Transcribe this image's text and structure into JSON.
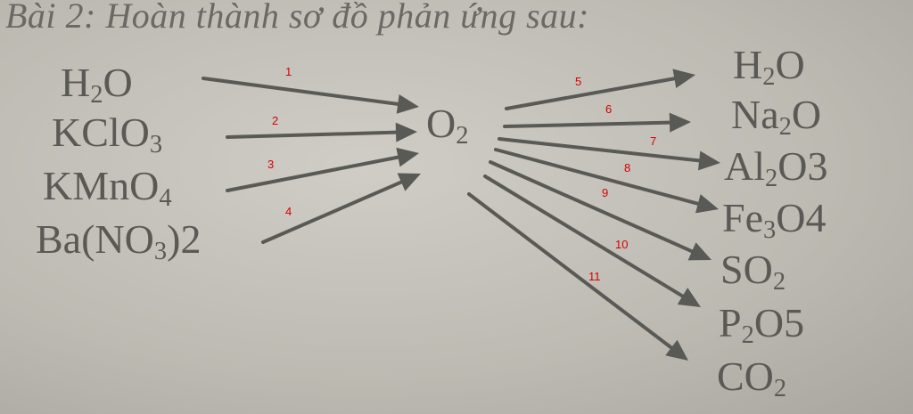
{
  "title": "Bài 2: Hoàn thành sơ đồ phản ứng sau:",
  "reactants": [
    {
      "base": "H",
      "sub": "2",
      "tail": "O"
    },
    {
      "base": "KClO",
      "sub": "3",
      "tail": ""
    },
    {
      "base": "KMnO",
      "sub": "4",
      "tail": ""
    },
    {
      "base": "Ba(NO",
      "sub": "3",
      "tail": ")2"
    }
  ],
  "center": {
    "base": "O",
    "sub": "2",
    "tail": ""
  },
  "products": [
    {
      "base": "H",
      "sub": "2",
      "tail": "O"
    },
    {
      "base": "Na",
      "sub": "2",
      "tail": "O"
    },
    {
      "base": "Al",
      "sub": "2",
      "tail": "O3"
    },
    {
      "base": "Fe",
      "sub": "3",
      "tail": "O4"
    },
    {
      "base": "SO",
      "sub": "2",
      "tail": ""
    },
    {
      "base": "P",
      "sub": "2",
      "tail": "O5"
    },
    {
      "base": "CO",
      "sub": "2",
      "tail": ""
    }
  ],
  "reaction_numbers": [
    "1",
    "2",
    "3",
    "4",
    "5",
    "6",
    "7",
    "8",
    "9",
    "10",
    "11"
  ]
}
